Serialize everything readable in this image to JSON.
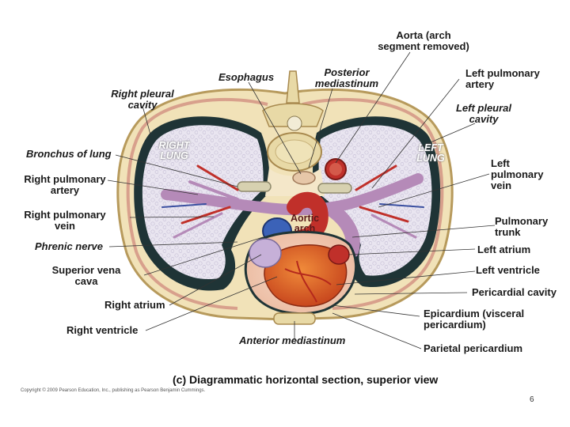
{
  "labels": {
    "aorta": "Aorta (arch\nsegment removed)",
    "esophagus": "Esophagus",
    "posterior_mediastinum": "Posterior\nmediastinum",
    "left_pulmonary_artery": "Left pulmonary\nartery",
    "right_pleural_cavity": "Right pleural\ncavity",
    "left_pleural_cavity": "Left pleural\ncavity",
    "right_lung": "RIGHT\nLUNG",
    "left_lung": "LEFT\nLUNG",
    "bronchus": "Bronchus of lung",
    "left_pulmonary_vein": "Left\npulmonary\nvein",
    "right_pulmonary_artery": "Right pulmonary\nartery",
    "right_pulmonary_vein": "Right pulmonary\nvein",
    "aortic_arch": "Aortic\narch",
    "pulmonary_trunk": "Pulmonary\ntrunk",
    "phrenic_nerve": "Phrenic nerve",
    "left_atrium": "Left atrium",
    "superior_vena_cava": "Superior vena\ncava",
    "left_ventricle": "Left ventricle",
    "pericardial_cavity": "Pericardial cavity",
    "right_atrium": "Right atrium",
    "epicardium": "Epicardium (visceral\npericardium)",
    "right_ventricle": "Right ventricle",
    "anterior_mediastinum": "Anterior mediastinum",
    "parietal_pericardium": "Parietal pericardium"
  },
  "caption": "(c) Diagrammatic horizontal section, superior view",
  "copyright": "Copyright © 2009 Pearson Education, Inc., publishing as Pearson Benjamin Cummings.",
  "page_number": "6",
  "colors": {
    "bone": "#e8d9a6",
    "lung": "#e6e1ee",
    "pleura_dark": "#1f3436",
    "body_wall": "#f1e2b8",
    "artery_purple": "#b58ab8",
    "vein_red": "#c0302a",
    "heart": "#d9622a"
  }
}
